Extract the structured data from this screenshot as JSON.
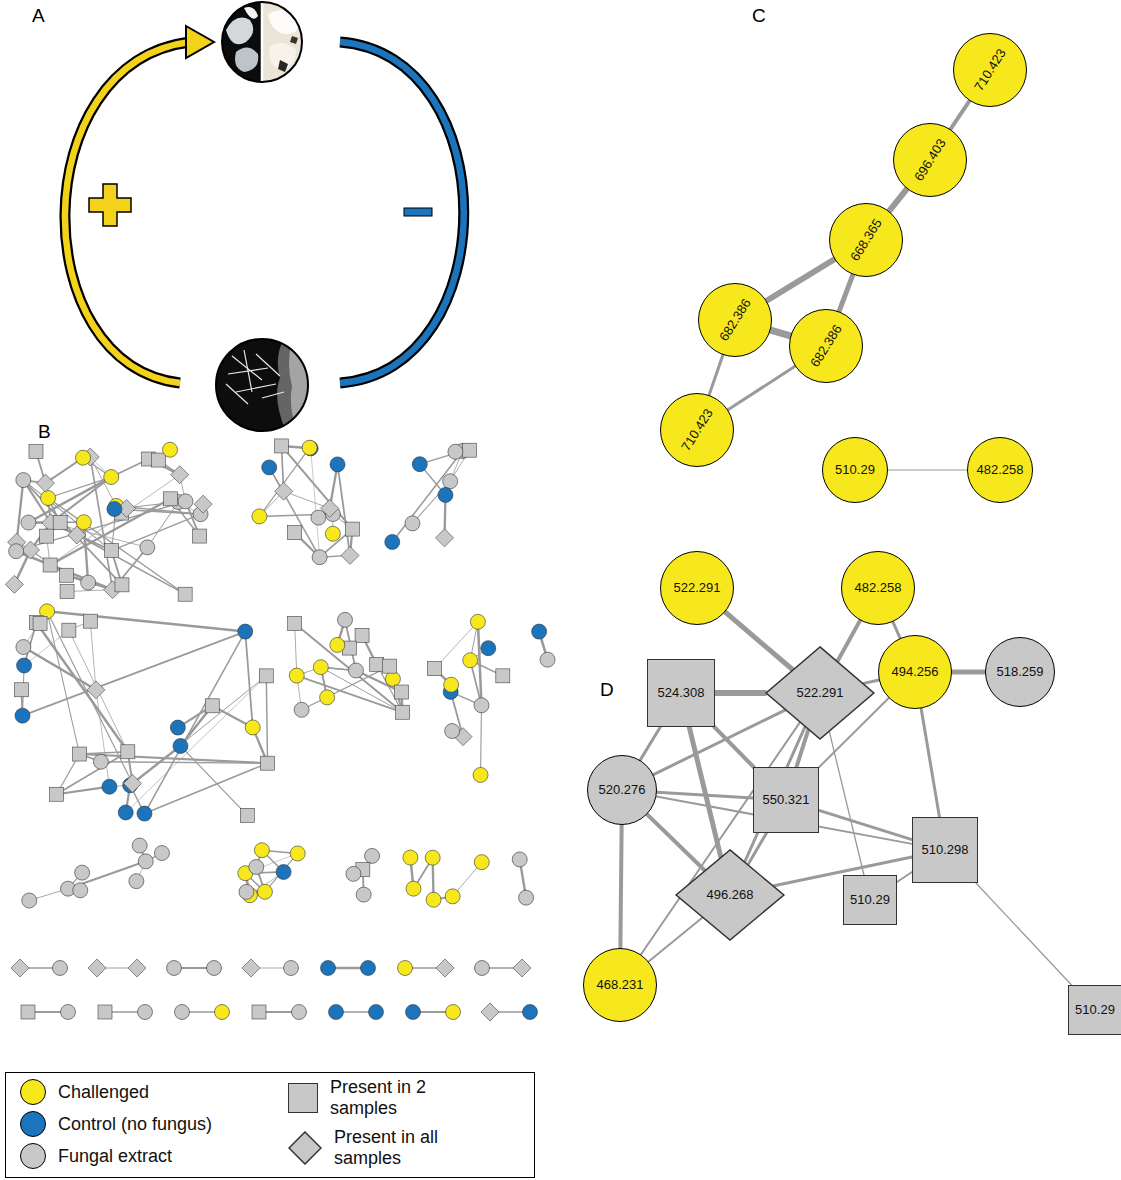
{
  "diagram": {
    "nodes": [
      {
        "text": [
          "710.423"
        ]
      },
      {
        "text": [
          "696.403"
        ]
      },
      {
        "text": [
          "668.365"
        ]
      },
      {
        "text": [
          "682.386"
        ]
      },
      {
        "text": [
          "682.386"
        ]
      },
      {
        "text": [
          "710.423"
        ]
      },
      {
        "text": [
          "510.29"
        ]
      },
      {
        "text": [
          "482.258"
        ]
      },
      {
        "text": [
          "522.291"
        ]
      },
      {
        "text": [
          "482.258"
        ]
      },
      {
        "text": [
          "524.308"
        ]
      },
      {
        "text": [
          "522.291"
        ]
      },
      {
        "text": [
          "494.256"
        ]
      },
      {
        "text": [
          "518.259"
        ]
      },
      {
        "text": [
          "520.276"
        ]
      },
      {
        "text": [
          "550.321"
        ]
      },
      {
        "text": [
          "510.298"
        ]
      },
      {
        "text": [
          "496.268"
        ]
      },
      {
        "text": [
          "510.29"
        ]
      },
      {
        "text": [
          "468.231"
        ]
      },
      {
        "text": [
          "510.29"
        ]
      }
    ],
    "edges": [
      {
        "from": 0,
        "to": 1,
        "arrow": "none"
      },
      {
        "from": 1,
        "to": 2,
        "arrow": "none"
      },
      {
        "from": 2,
        "to": 3,
        "arrow": "none"
      },
      {
        "from": 2,
        "to": 4,
        "arrow": "none"
      },
      {
        "from": 3,
        "to": 4,
        "arrow": "none"
      },
      {
        "from": 3,
        "to": 5,
        "arrow": "none"
      },
      {
        "from": 5,
        "to": 4,
        "arrow": "none"
      },
      {
        "from": 6,
        "to": 7,
        "arrow": "none"
      },
      {
        "from": 8,
        "to": 11,
        "arrow": "none"
      },
      {
        "from": 9,
        "to": 11,
        "arrow": "none"
      },
      {
        "from": 9,
        "to": 12,
        "arrow": "none"
      },
      {
        "from": 12,
        "to": 13,
        "arrow": "none"
      },
      {
        "from": 12,
        "to": 11,
        "arrow": "none"
      },
      {
        "from": 12,
        "to": 15,
        "arrow": "none"
      },
      {
        "from": 12,
        "to": 16,
        "arrow": "none"
      },
      {
        "from": 10,
        "to": 11,
        "arrow": "none"
      },
      {
        "from": 10,
        "to": 15,
        "arrow": "none"
      },
      {
        "from": 10,
        "to": 17,
        "arrow": "none"
      },
      {
        "from": 10,
        "to": 14,
        "arrow": "none"
      },
      {
        "from": 11,
        "to": 14,
        "arrow": "none"
      },
      {
        "from": 11,
        "to": 15,
        "arrow": "none"
      },
      {
        "from": 11,
        "to": 17,
        "arrow": "none"
      },
      {
        "from": 11,
        "to": 18,
        "arrow": "none"
      },
      {
        "from": 14,
        "to": 15,
        "arrow": "none"
      },
      {
        "from": 14,
        "to": 16,
        "arrow": "none"
      },
      {
        "from": 14,
        "to": 17,
        "arrow": "none"
      },
      {
        "from": 15,
        "to": 16,
        "arrow": "none"
      },
      {
        "from": 15,
        "to": 17,
        "arrow": "none"
      },
      {
        "from": 17,
        "to": 16,
        "arrow": "none"
      },
      {
        "from": 16,
        "to": 18,
        "arrow": "none"
      },
      {
        "from": 16,
        "to": 20,
        "arrow": "none"
      },
      {
        "from": 19,
        "to": 14,
        "arrow": "none"
      },
      {
        "from": 19,
        "to": 17,
        "arrow": "none"
      },
      {
        "from": 19,
        "to": 11,
        "arrow": "none"
      }
    ],
    "labels": [
      "A",
      "B",
      "C",
      "D"
    ],
    "legend": [
      {
        "text": "Challenged",
        "color": "#f7e81e"
      },
      {
        "text": "Control (no fungus)",
        "color": "#1c75bc"
      },
      {
        "text": "Fungal extract",
        "color": "#c8c8c8"
      },
      {
        "text": "Present in 2 samples"
      },
      {
        "text": "Present in all samples"
      }
    ]
  }
}
